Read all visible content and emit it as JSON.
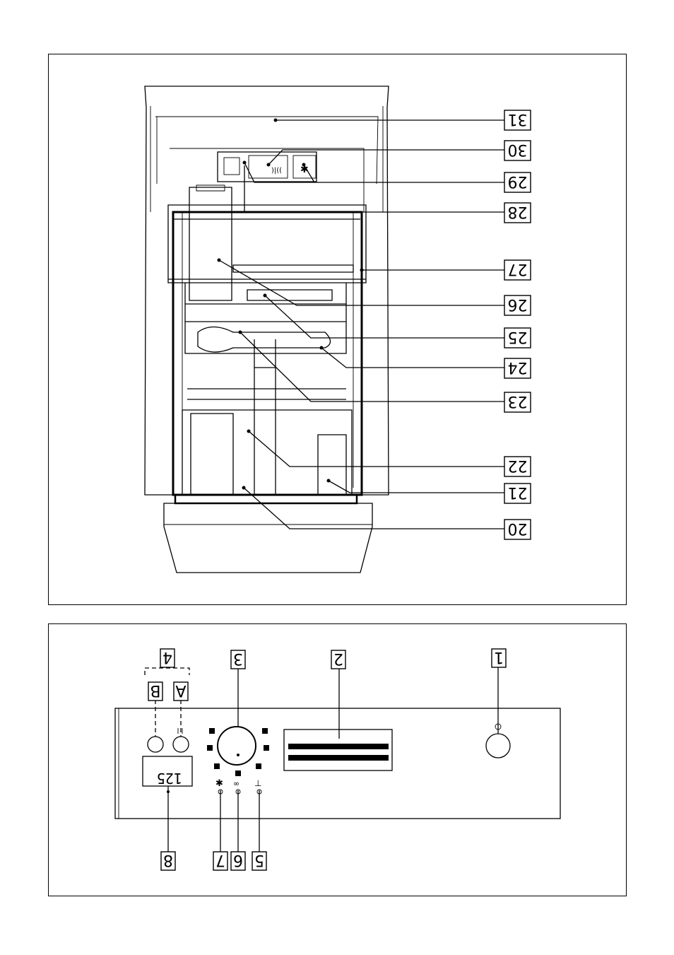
{
  "top_callouts": [
    {
      "id": "c31",
      "text": "31"
    },
    {
      "id": "c30",
      "text": "30"
    },
    {
      "id": "c29",
      "text": "29"
    },
    {
      "id": "c28",
      "text": "28"
    },
    {
      "id": "c27",
      "text": "27"
    },
    {
      "id": "c26",
      "text": "26"
    },
    {
      "id": "c25",
      "text": "25"
    },
    {
      "id": "c24",
      "text": "24"
    },
    {
      "id": "c23",
      "text": "23"
    },
    {
      "id": "c22",
      "text": "22"
    },
    {
      "id": "c21",
      "text": "21"
    },
    {
      "id": "c20",
      "text": "20"
    }
  ],
  "bottom_callouts": [
    {
      "id": "b1",
      "text": "1"
    },
    {
      "id": "b2",
      "text": "2"
    },
    {
      "id": "b3",
      "text": "3"
    },
    {
      "id": "b4",
      "text": "4"
    },
    {
      "id": "bA",
      "text": "A"
    },
    {
      "id": "bB",
      "text": "B"
    },
    {
      "id": "b5",
      "text": "5"
    },
    {
      "id": "b6",
      "text": "6"
    },
    {
      "id": "b7",
      "text": "7"
    },
    {
      "id": "b8",
      "text": "8"
    }
  ],
  "display": {
    "readout": "125"
  }
}
